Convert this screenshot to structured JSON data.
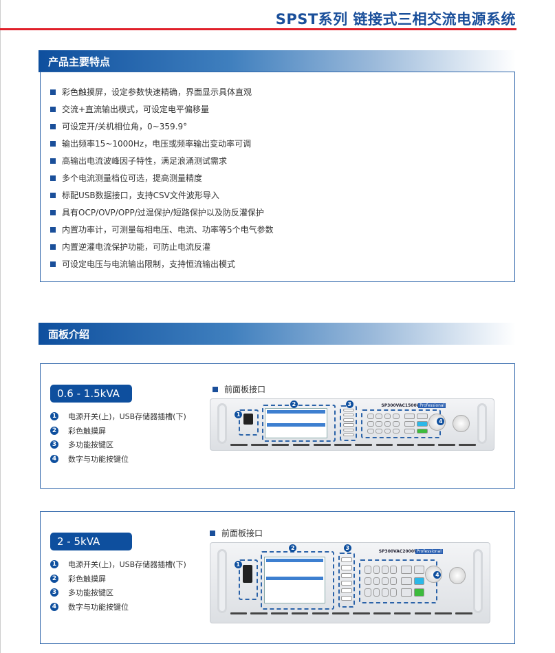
{
  "title": "SPST系列 链接式三相交流电源系统",
  "features": {
    "heading": "产品主要特点",
    "items": [
      "彩色触摸屏，设定参数快速精确，界面显示具体直观",
      "交流+直流输出模式，可设定电平偏移量",
      "可设定开/关机相位角，0~359.9°",
      "输出频率15~1000Hz，电压或频率输出变动率可调",
      "高输出电流波峰因子特性，满足浪涌测试需求",
      "多个电流测量档位可选，提高测量精度",
      "标配USB数据接口，支持CSV文件波形导入",
      "具有OCP/OVP/OPP/过温保护/短路保护以及防反灌保护",
      "内置功率计，可测量每相电压、电流、功率等5个电气参数",
      "内置逆灌电流保护功能，可防止电流反灌",
      "可设定电压与电流输出限制，支持恒流输出模式"
    ]
  },
  "panel": {
    "heading": "面板介绍",
    "models": [
      {
        "range": "0.6 - 1.5kVA",
        "front_label": "前面板接口",
        "model_name": "SP300VAC1500W",
        "badge": "Professional",
        "legend": [
          "电源开关(上)，USB存储器插槽(下)",
          "彩色触摸屏",
          "多功能按键区",
          "数字与功能按键位"
        ]
      },
      {
        "range": "2 - 5kVA",
        "front_label": "前面板接口",
        "model_name": "SP300VAC2000W",
        "badge": "Professional",
        "legend": [
          "电源开关(上)，USB存储器插槽(下)",
          "彩色触摸屏",
          "多功能按键区",
          "数字与功能按键位"
        ]
      }
    ],
    "numbers": [
      "1",
      "2",
      "3",
      "4"
    ]
  }
}
